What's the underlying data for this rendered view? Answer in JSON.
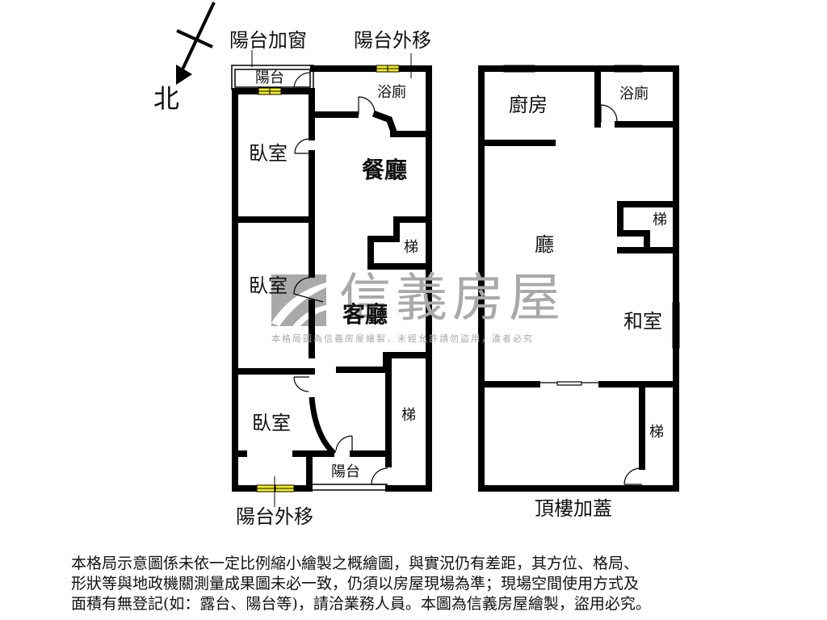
{
  "compass": {
    "north_label": "北",
    "icon": "north-arrow-icon"
  },
  "left_plan": {
    "callouts": {
      "balcony_window": "陽台加窗",
      "balcony_moved_top": "陽台外移",
      "balcony_moved_bottom": "陽台外移"
    },
    "rooms": {
      "balcony_top": "陽台",
      "bath": "浴廁",
      "bedroom_1": "臥室",
      "dining": "餐廳",
      "stairs_upper": "梯",
      "bedroom_2": "臥室",
      "living": "客廳",
      "bedroom_3": "臥室",
      "stairs_lower": "梯",
      "balcony_bottom": "陽台"
    }
  },
  "right_plan": {
    "title": "頂樓加蓋",
    "rooms": {
      "kitchen": "廚房",
      "bath": "浴廁",
      "hall": "廳",
      "stairs_upper": "梯",
      "tatami_room": "和室",
      "stairs_lower": "梯"
    }
  },
  "watermark": {
    "brand": "信義房屋",
    "notice": "本格局圖為信義房屋繪製，未經允許請勿盜用，違者必究"
  },
  "disclaimer": {
    "lines": [
      "本格局示意圖係未依一定比例縮小繪製之概繪圖，與實況仍有差距，其方位、格局、",
      "形狀等與地政機關測量成果圖未必一致，仍須以房屋現場為準；現場空間使用方式及",
      "面積有無登記(如：露台、陽台等)，請洽業務人員。本圖為信義房屋繪製，盜用必究。"
    ]
  },
  "colors": {
    "wall": "#000000",
    "window_fill": "#f5ef1a",
    "watermark": "#a9a9a9",
    "background": "#ffffff"
  }
}
